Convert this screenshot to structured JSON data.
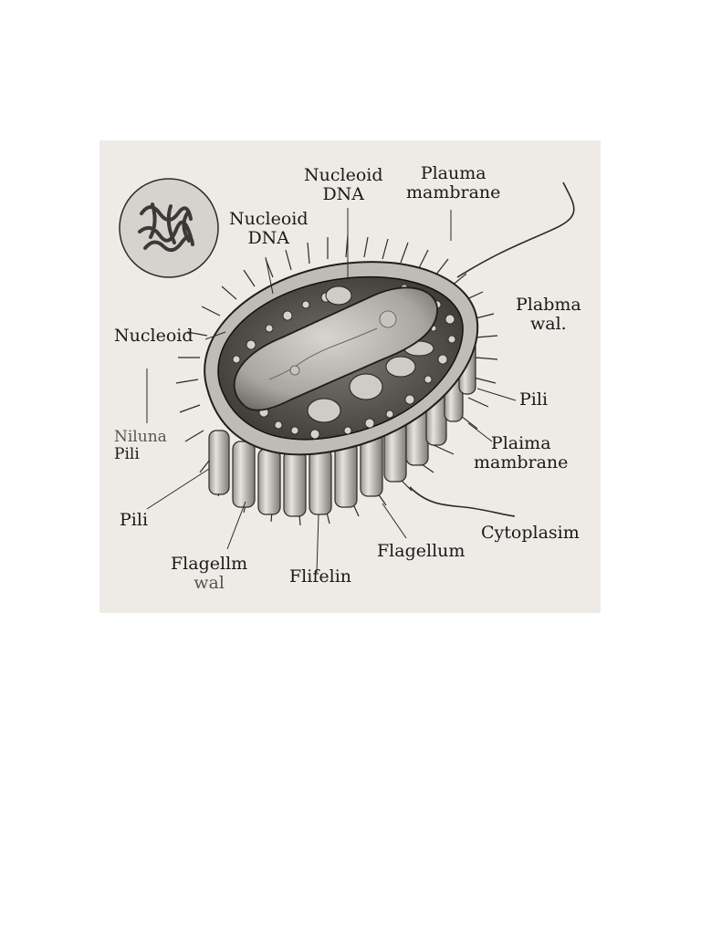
{
  "diagram": {
    "colors": {
      "background": "#eeebe6",
      "ink": "#1a1a1a",
      "cell_fill": "#8e8a85",
      "nucleoid_fill": "#bdbab5"
    },
    "labels": {
      "nucleoid_dna_top": {
        "line1": "Nucleoid",
        "line2": "DNA"
      },
      "plauma_mambrane_top": {
        "line1": "Plauma",
        "line2": "mambrane"
      },
      "nucleoid_dna_left": {
        "line1": "Nucleoid",
        "line2": "DNA"
      },
      "plabma_wal": {
        "line1": "Plabma",
        "line2": "wal."
      },
      "nucleoid": "Nucleoid",
      "pili_right": "Pili",
      "niluna_pili": {
        "line1": "Niluna",
        "line2": "Pili"
      },
      "plaima_mambrane": {
        "line1": "Plaima",
        "line2": "mambrane"
      },
      "pili_left": "Pili",
      "cytoplasim": "Cytoplasim",
      "flagellum": "Flagellum",
      "flagellm_wal": {
        "line1": "Flagellm",
        "line2": "wal"
      },
      "flifelin": "Flifelin"
    }
  }
}
